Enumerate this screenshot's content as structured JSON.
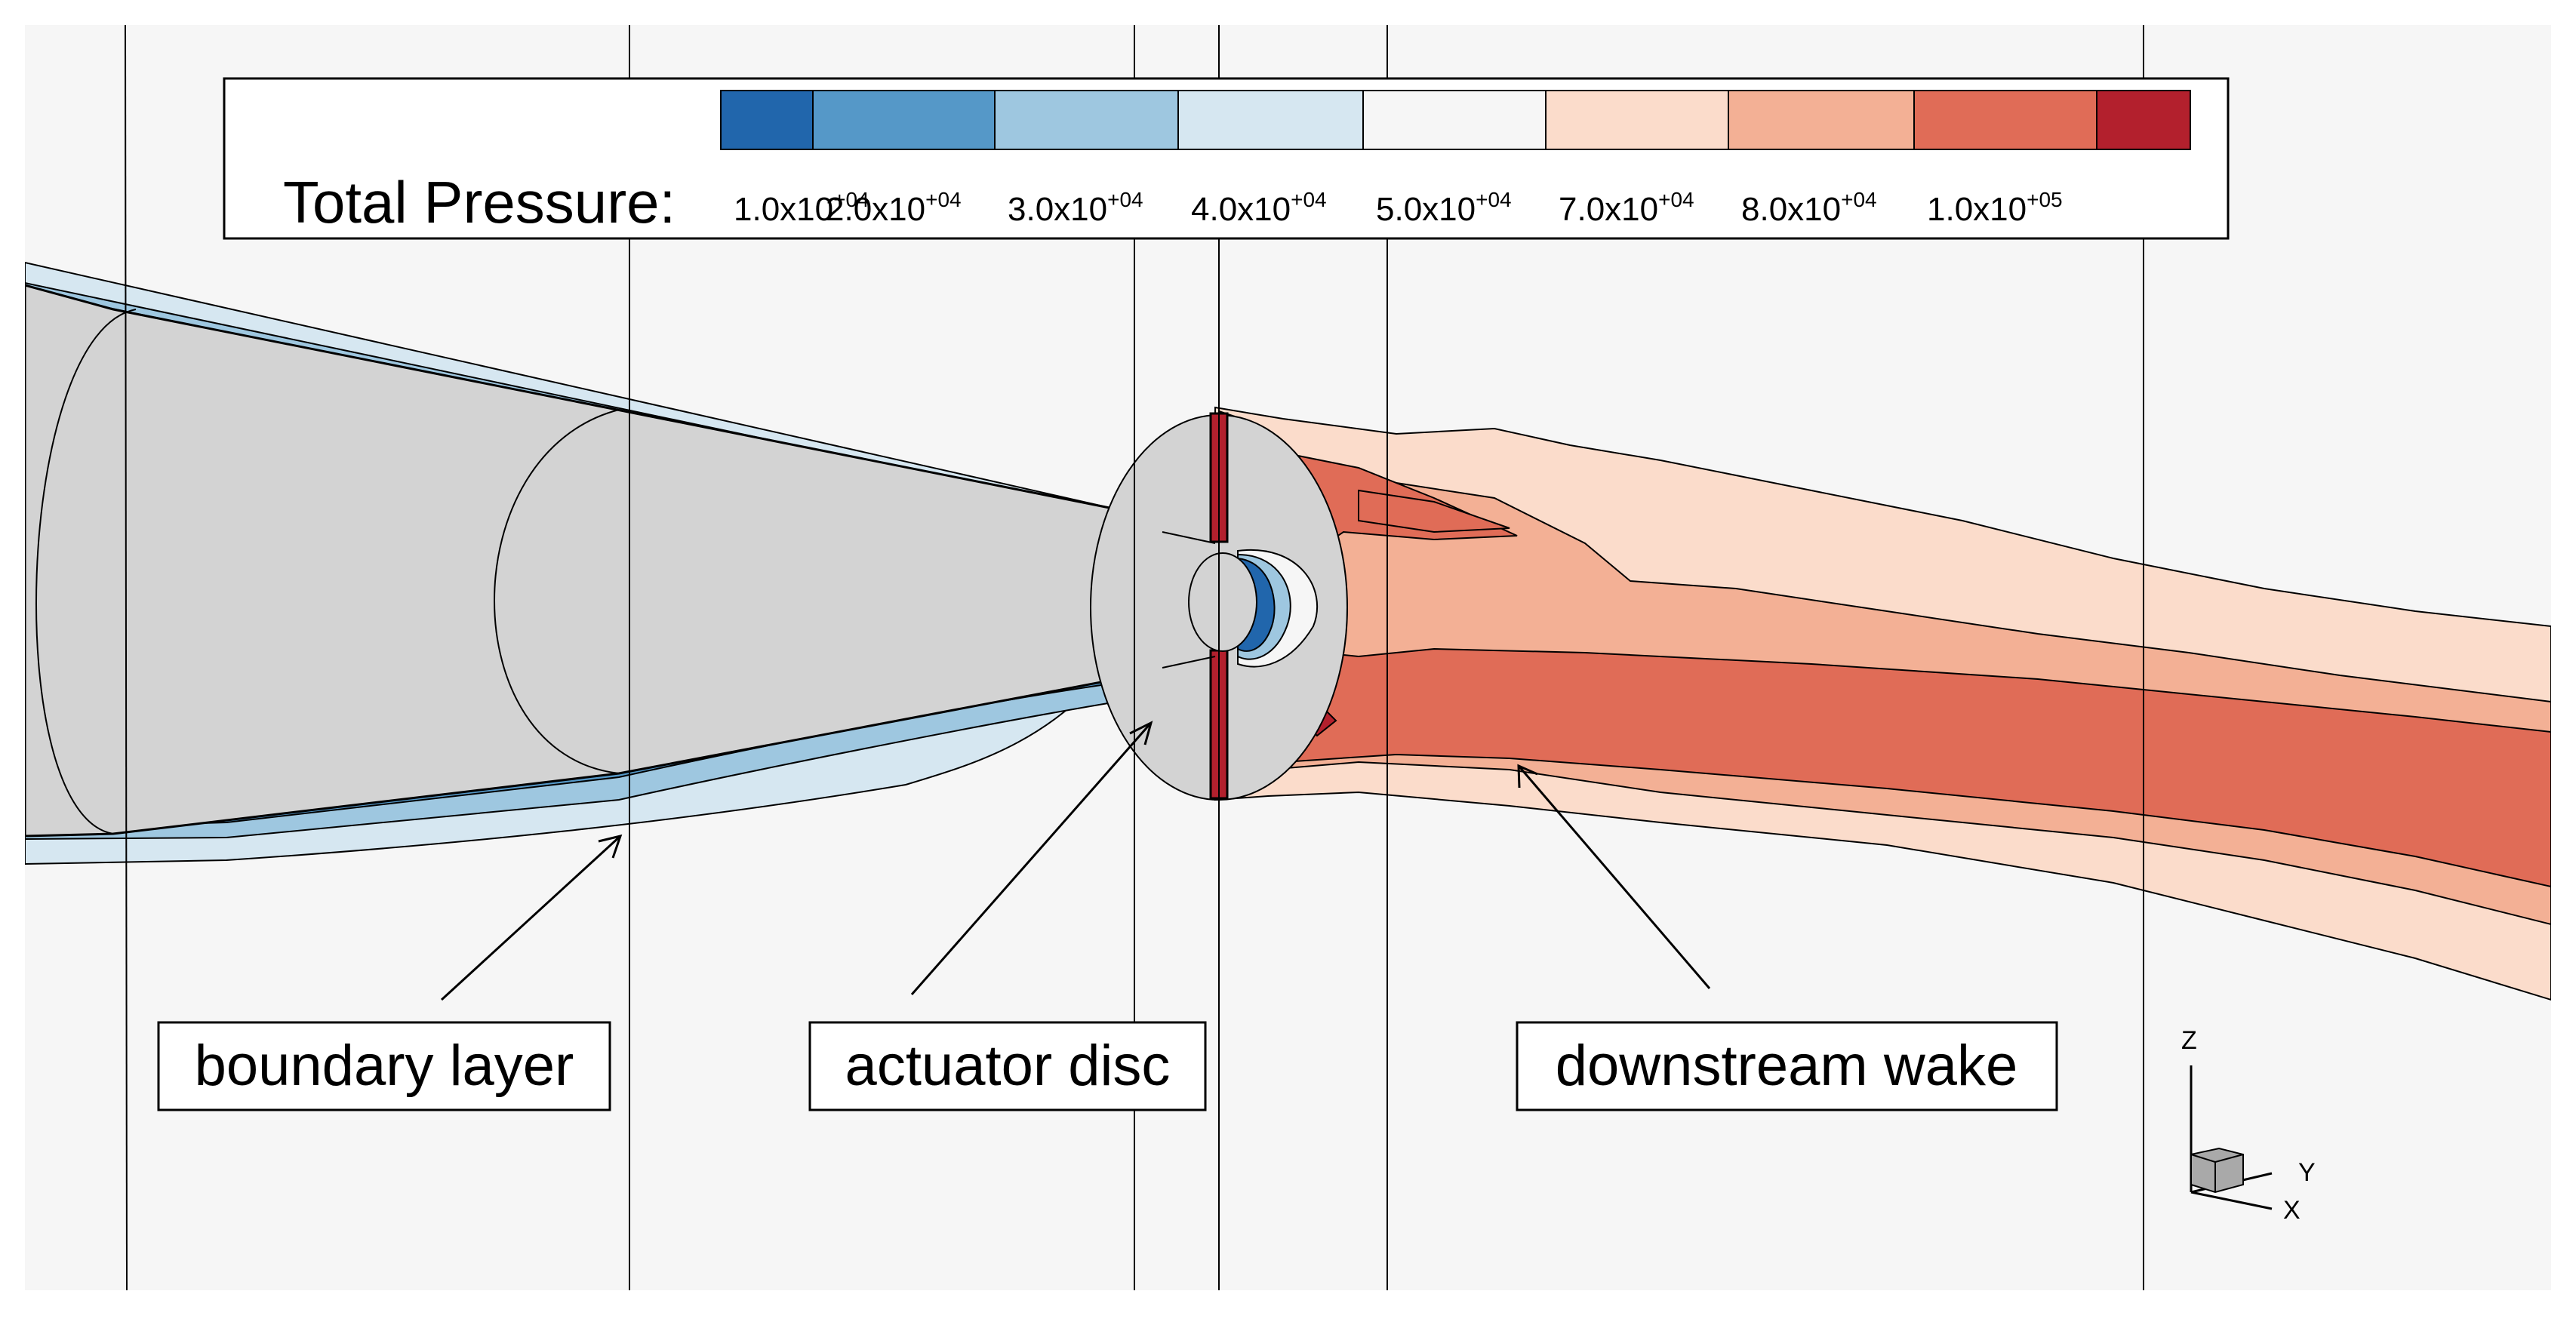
{
  "legend": {
    "title": "Total Pressure:",
    "entries": [
      {
        "mantissa": "1.0x10",
        "exponent": "+04",
        "color": "#2166ac"
      },
      {
        "mantissa": "2.0x10",
        "exponent": "+04",
        "color": "#5598c8"
      },
      {
        "mantissa": "3.0x10",
        "exponent": "+04",
        "color": "#9ec7e0"
      },
      {
        "mantissa": "4.0x10",
        "exponent": "+04",
        "color": "#d6e7f1"
      },
      {
        "mantissa": "5.0x10",
        "exponent": "+04",
        "color": "#f6f6f6"
      },
      {
        "mantissa": "7.0x10",
        "exponent": "+04",
        "color": "#fbdccb"
      },
      {
        "mantissa": "8.0x10",
        "exponent": "+04",
        "color": "#f3b095"
      },
      {
        "mantissa": "1.0x10",
        "exponent": "+05",
        "color": "#e06c57"
      }
    ],
    "top_color": "#b3202d"
  },
  "annotations": {
    "boundary_layer": "boundary layer",
    "actuator_disc": "actuator disc",
    "downstream_wake": "downstream wake"
  },
  "axes": {
    "z": "Z",
    "y": "Y",
    "x": "X"
  },
  "colors": {
    "background": "#f6f6f6",
    "body": "#d3d3d3",
    "grid_line": "#000000"
  }
}
